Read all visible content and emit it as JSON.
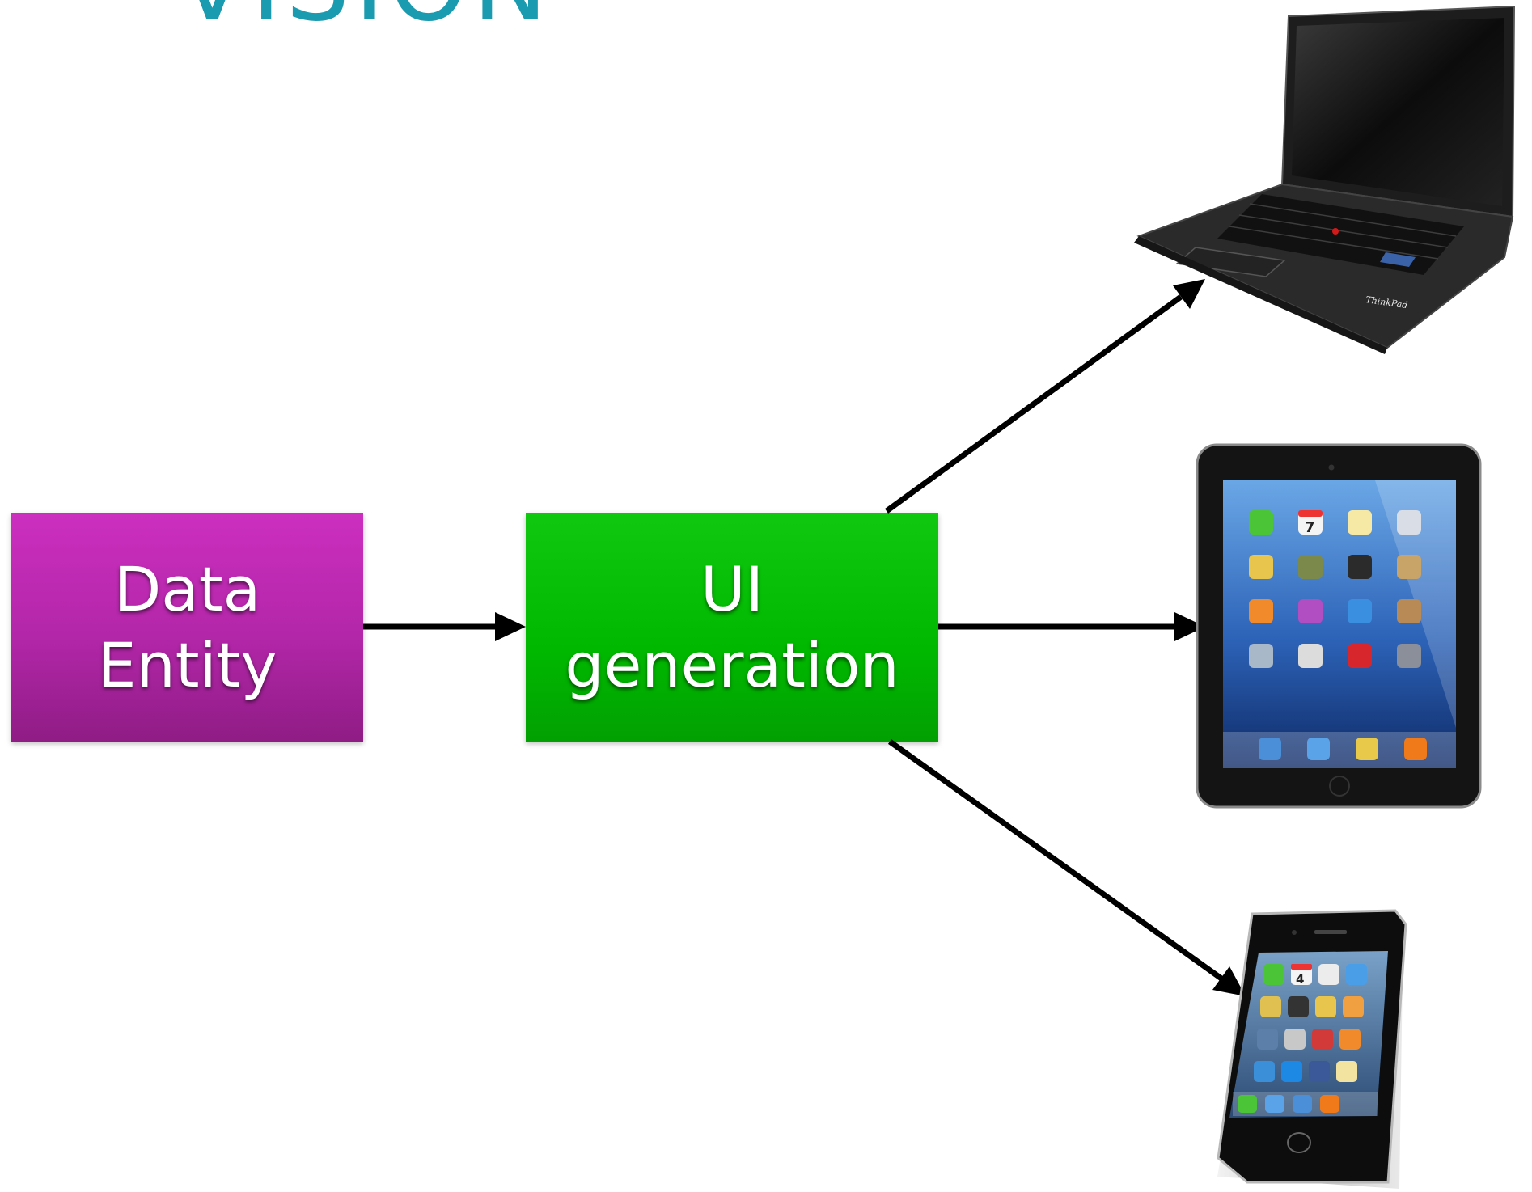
{
  "slide": {
    "title": "VISION"
  },
  "nodes": {
    "data_entity": {
      "lines": [
        "Data",
        "Entity"
      ],
      "color": "#b628ac"
    },
    "ui_generation": {
      "lines": [
        "UI",
        "generation"
      ],
      "color": "#06bf06"
    }
  },
  "devices": {
    "laptop": {
      "icon": "laptop-icon",
      "brand_text": "ThinkPad"
    },
    "tablet": {
      "icon": "tablet-icon",
      "calendar_day": "7"
    },
    "phone": {
      "icon": "smartphone-icon",
      "calendar_day": "4"
    }
  },
  "colors": {
    "title": "#1a9bb0",
    "arrow": "#000000"
  }
}
